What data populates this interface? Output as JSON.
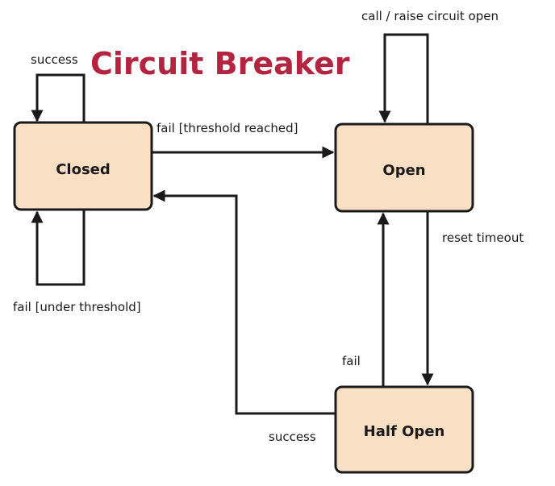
{
  "title": "Circuit Breaker",
  "states": {
    "closed": "Closed",
    "open": "Open",
    "half_open": "Half Open"
  },
  "transitions": {
    "closed_self_success": "success",
    "closed_self_fail": "fail [under threshold]",
    "closed_to_open": "fail [threshold reached]",
    "open_self": "call / raise circuit open",
    "open_to_half_open": "reset timeout",
    "half_open_to_open": "fail",
    "half_open_to_closed": "success"
  },
  "colors": {
    "title": "#b2243f",
    "state_fill": "#f9dfc3",
    "stroke": "#1a1a1a"
  }
}
